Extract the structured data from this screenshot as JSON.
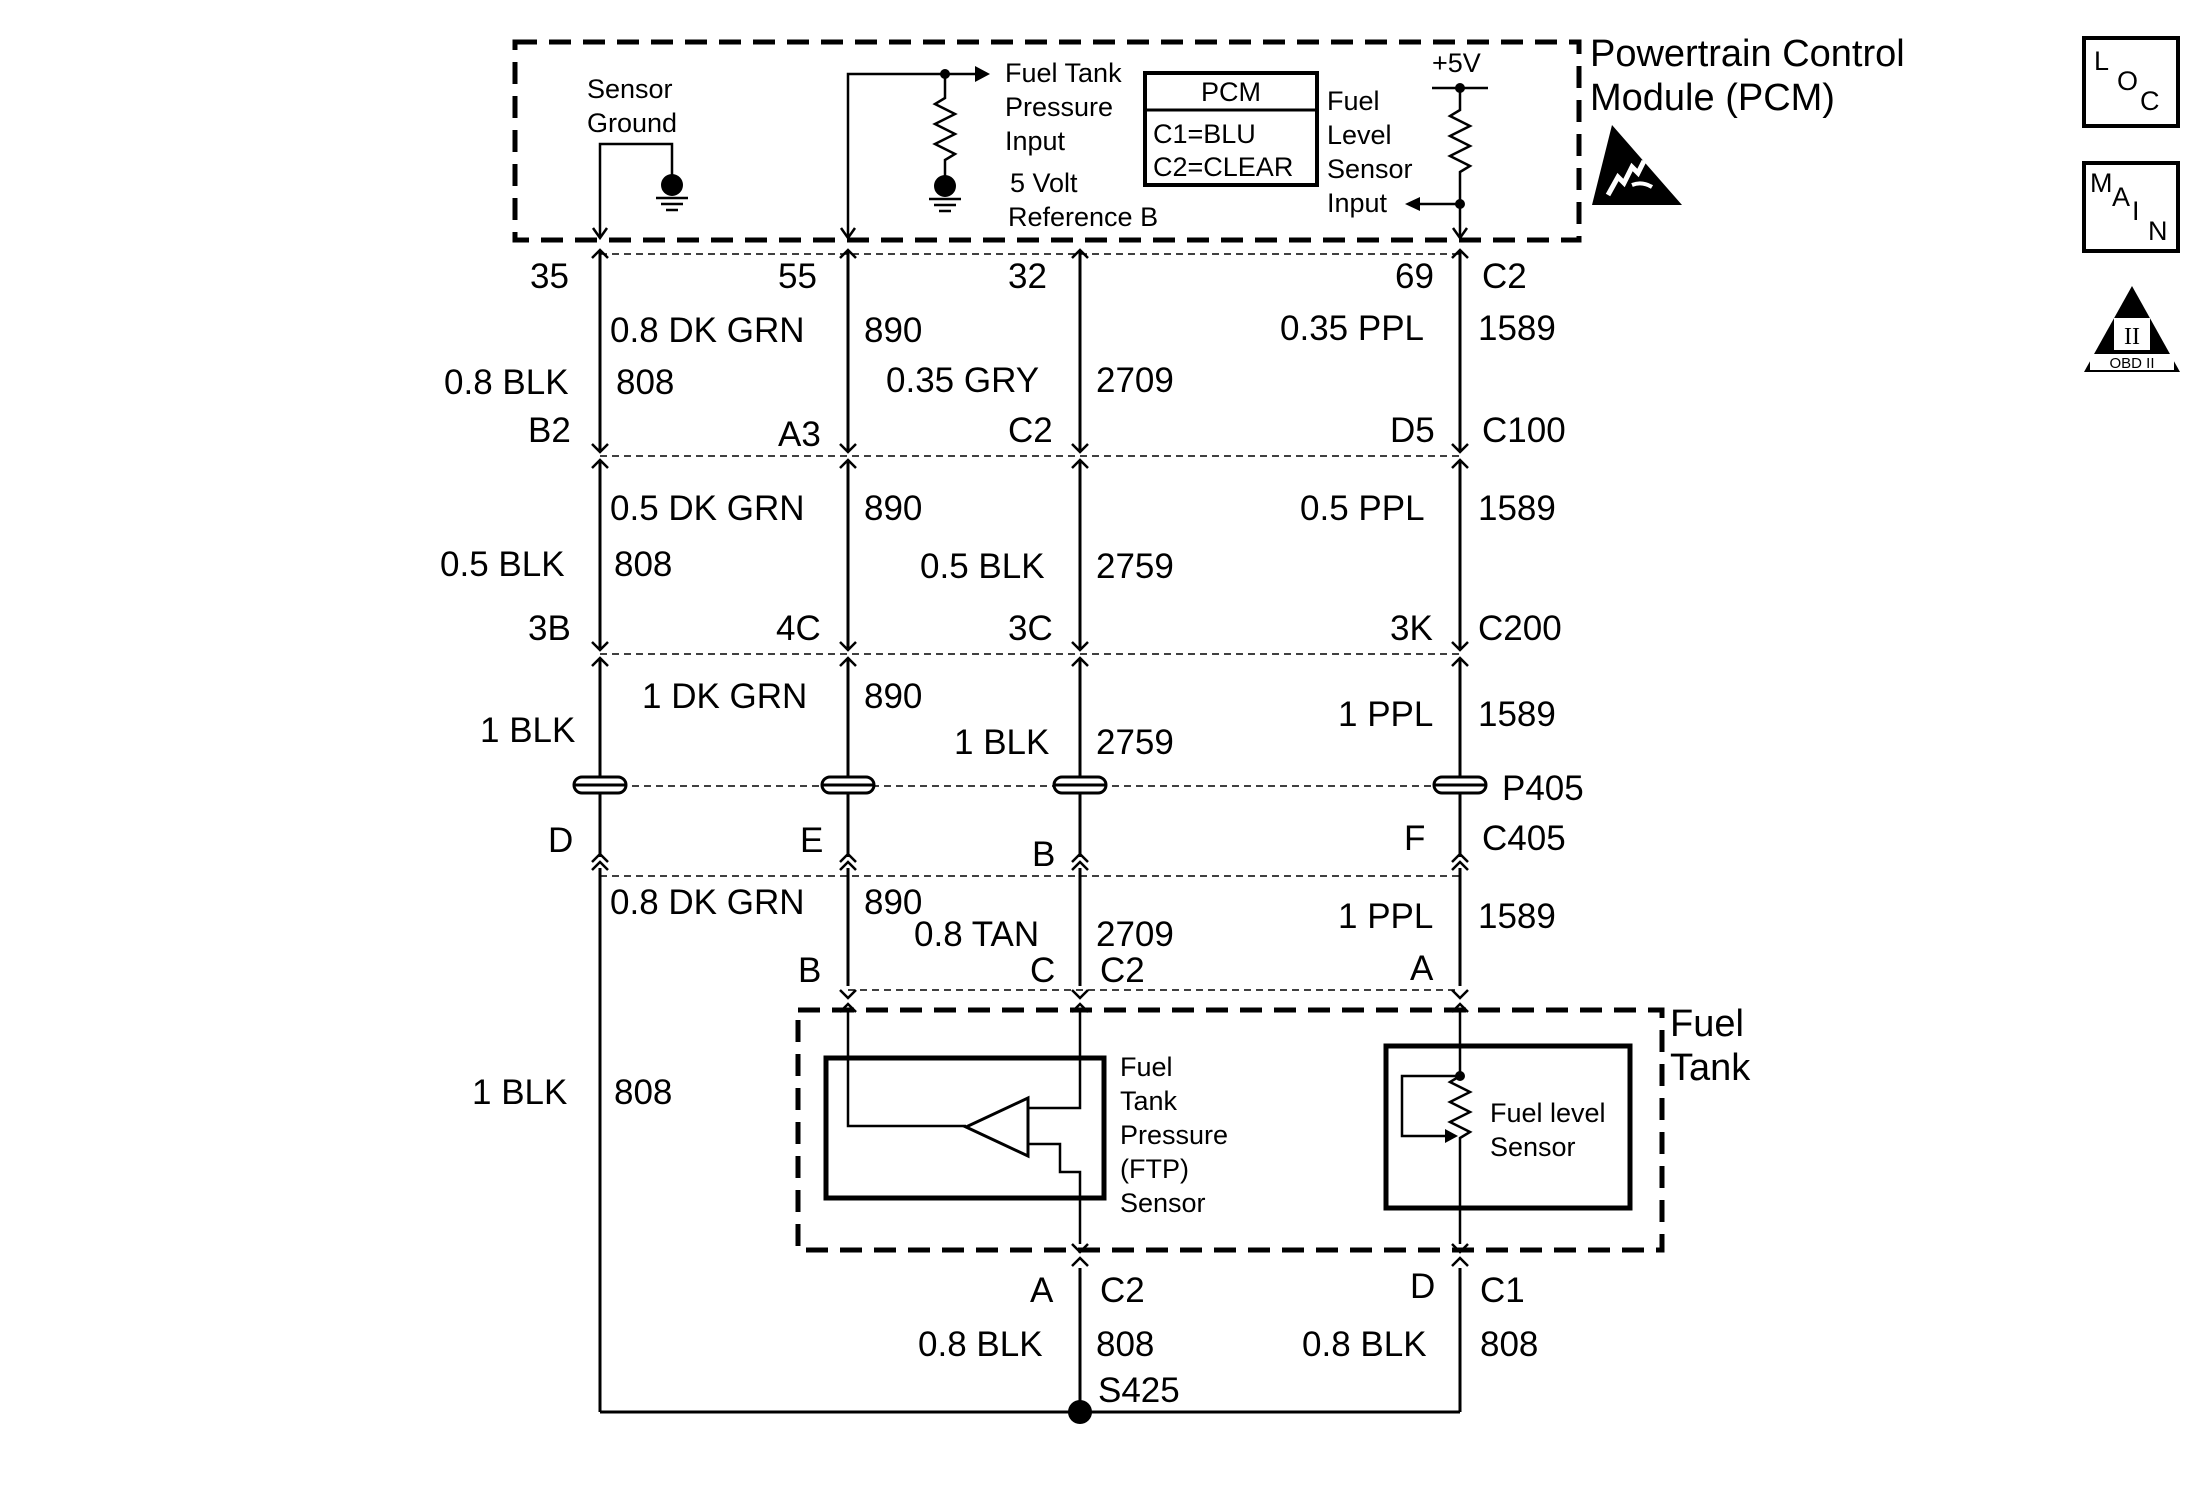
{
  "modules": {
    "pcm_title_line1": "Powertrain Control",
    "pcm_title_line2": "Module (PCM)",
    "fuel_tank_line1": "Fuel",
    "fuel_tank_line2": "Tank"
  },
  "pcm_internal": {
    "sensor_ground_line1": "Sensor",
    "sensor_ground_line2": "Ground",
    "ftp_input_line1": "Fuel Tank",
    "ftp_input_line2": "Pressure",
    "ftp_input_line3": "Input",
    "ref_line1": "5 Volt",
    "ref_line2": "Reference B",
    "pcm_box_title": "PCM",
    "pcm_box_c1": "C1=BLU",
    "pcm_box_c2": "C2=CLEAR",
    "fuel_level_line1": "Fuel",
    "fuel_level_line2": "Level",
    "fuel_level_line3": "Sensor",
    "fuel_level_line4": "Input",
    "five_volt": "+5V"
  },
  "pins": {
    "pcm_35": "35",
    "pcm_55": "55",
    "pcm_32": "32",
    "pcm_69": "69",
    "pcm_conn": "C2",
    "c100_b2": "B2",
    "c100_a3": "A3",
    "c100_c2": "C2",
    "c100_d5": "D5",
    "c100_conn": "C100",
    "c200_3b": "3B",
    "c200_4c": "4C",
    "c200_3c": "3C",
    "c200_3k": "3K",
    "c200_conn": "C200",
    "p405_conn": "P405",
    "c405_d": "D",
    "c405_e": "E",
    "c405_b": "B",
    "c405_f": "F",
    "c405_conn": "C405",
    "tank_b": "B",
    "tank_c": "C",
    "tank_c2": "C2",
    "tank_a": "A",
    "ftp_a": "A",
    "ftp_conn": "C2",
    "fl_d": "D",
    "fl_conn": "C1",
    "splice": "S425"
  },
  "wires": {
    "seg1": {
      "dkgrn": "0.8 DK GRN",
      "dkgrn_num": "890",
      "blk": "0.8 BLK",
      "blk_num": "808",
      "gry": "0.35 GRY",
      "gry_num": "2709",
      "ppl": "0.35 PPL",
      "ppl_num": "1589"
    },
    "seg2": {
      "dkgrn": "0.5 DK GRN",
      "dkgrn_num": "890",
      "blk": "0.5 BLK",
      "blk_num": "808",
      "blk2": "0.5 BLK",
      "blk2_num": "2759",
      "ppl": "0.5 PPL",
      "ppl_num": "1589"
    },
    "seg3": {
      "dkgrn": "1 DK GRN",
      "dkgrn_num": "890",
      "blk": "1 BLK",
      "blk2": "1 BLK",
      "blk2_num": "2759",
      "ppl": "1 PPL",
      "ppl_num": "1589"
    },
    "seg4": {
      "dkgrn": "0.8 DK GRN",
      "dkgrn_num": "890",
      "tan": "0.8 TAN",
      "tan_num": "2709",
      "ppl": "1 PPL",
      "ppl_num": "1589"
    },
    "ground": {
      "blk": "1 BLK",
      "blk_num": "808",
      "ftp_blk": "0.8 BLK",
      "ftp_blk_num": "808",
      "fl_blk": "0.8 BLK",
      "fl_blk_num": "808"
    }
  },
  "components": {
    "ftp_line1": "Fuel",
    "ftp_line2": "Tank",
    "ftp_line3": "Pressure",
    "ftp_line4": "(FTP)",
    "ftp_line5": "Sensor",
    "fl_line1": "Fuel level",
    "fl_line2": "Sensor"
  },
  "icons": {
    "loc_l": "L",
    "loc_o": "O",
    "loc_c": "C",
    "main_m": "M",
    "main_a": "A",
    "main_i": "I",
    "main_n": "N",
    "obd_numeral": "II",
    "obd_label": "OBD II",
    "esd": "esd-warning-icon"
  }
}
